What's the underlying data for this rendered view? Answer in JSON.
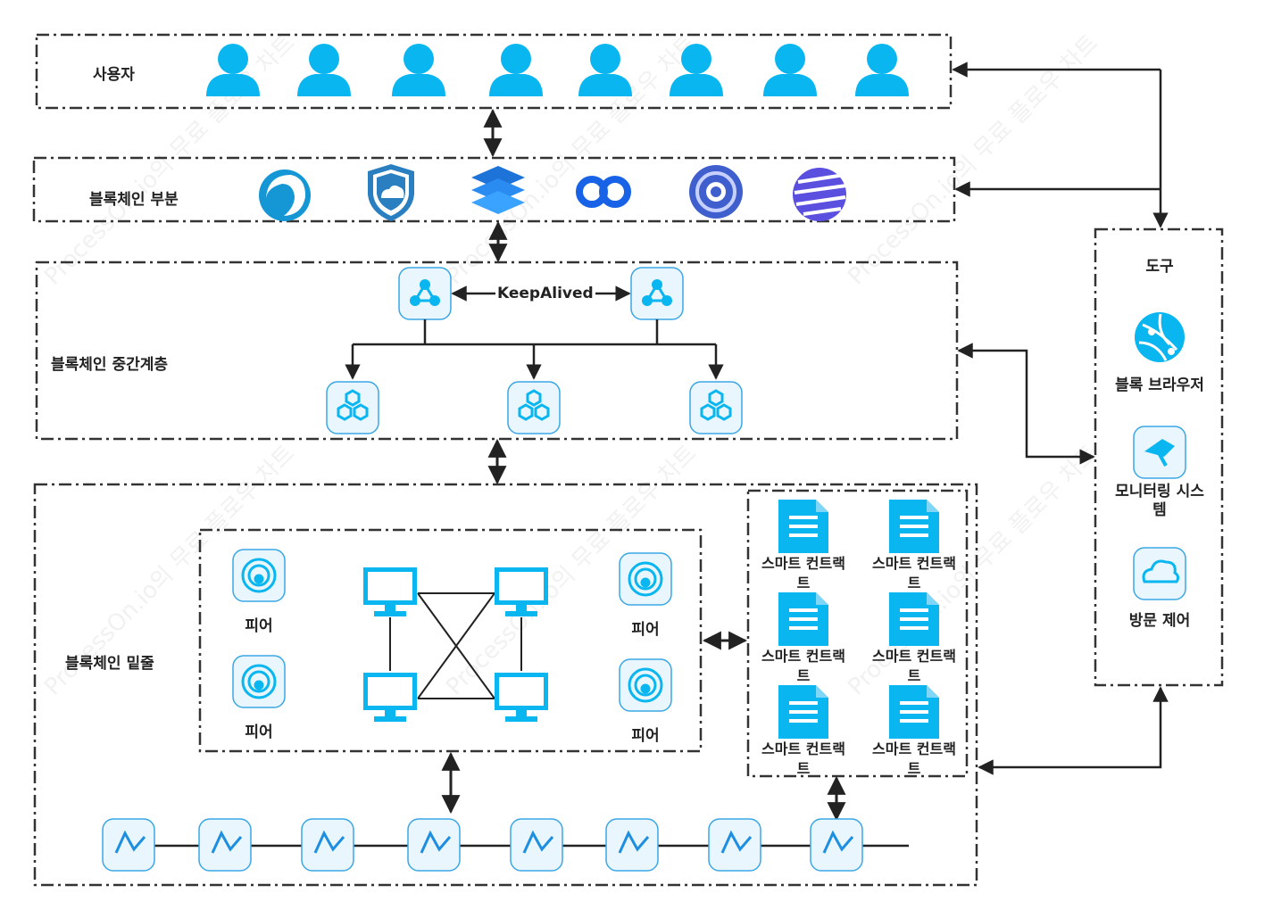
{
  "layers": {
    "users": "사용자",
    "blockchain_part": "블록체인 부분",
    "middleware": "블록체인 중간계층",
    "bottom": "블록체인 밑줄"
  },
  "middleware_link": "KeepAlived",
  "tools": {
    "title": "도구",
    "items": [
      "블록 브라우저",
      "모니터링 시스\n템",
      "방문 제어"
    ]
  },
  "peers": [
    "피어",
    "피어",
    "피어",
    "피어"
  ],
  "smart_contracts": [
    "스마트 컨트랙\n트",
    "스마트 컨트랙\n트",
    "스마트 컨트랙\n트",
    "스마트 컨트랙\n트",
    "스마트 컨트랙\n트",
    "스마트 컨트랙\n트"
  ],
  "watermark": "ProcessOn.io의 무료 플로우 차트",
  "colors": {
    "accent": "#09b6f0",
    "tile_border": "#3aa7e6",
    "tile_bg": "#eaf6fd",
    "line": "#333333"
  }
}
